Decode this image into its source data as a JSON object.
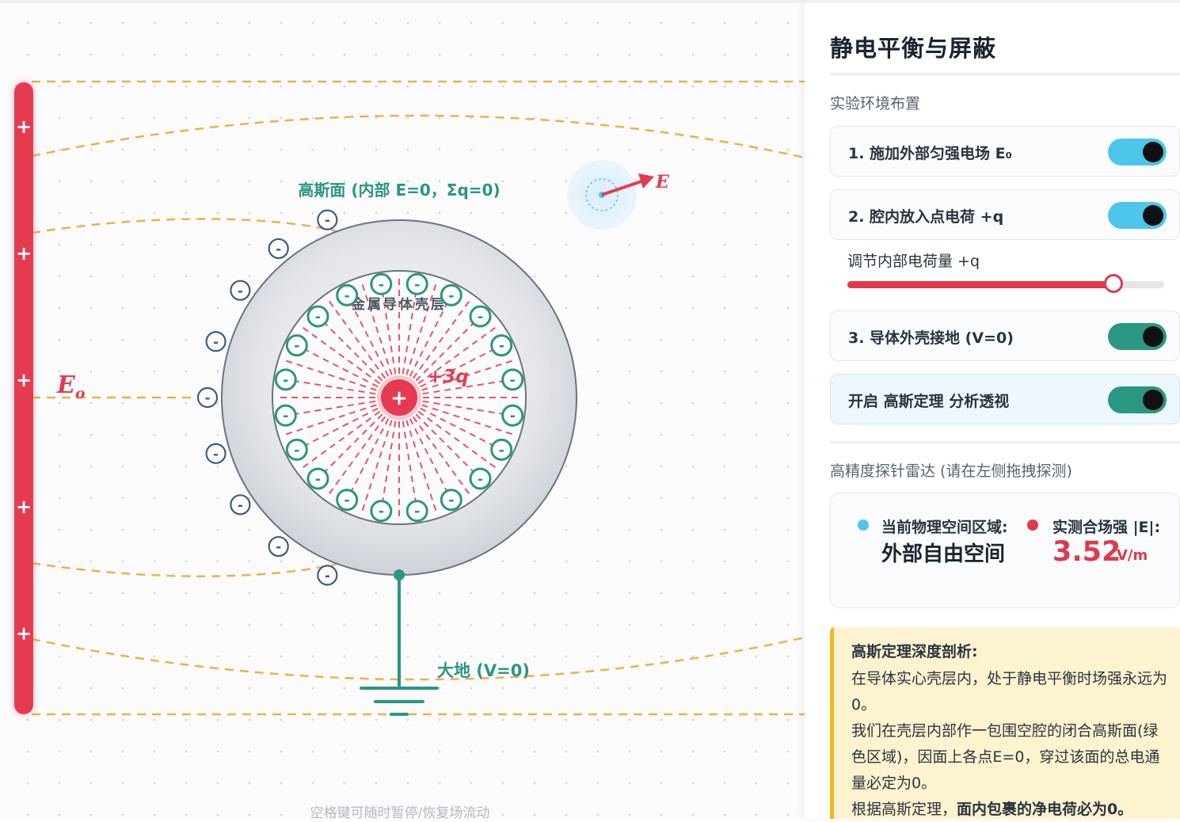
{
  "simulation": {
    "gauss_label": "高斯面 (内部 E=0，Σq=0)",
    "shell_label": "金属导体壳层",
    "charge_label": "+3q",
    "ground_label": "大地 (V=0)",
    "field_label_main": "E",
    "field_label_sub": "o",
    "probe_label": "E",
    "hint": "空格键可随时暂停/恢复场流动",
    "plate_sign": "+",
    "inner_charge_sign": "+",
    "induced_sign": "-"
  },
  "panel": {
    "title": "静电平衡与屏蔽",
    "section1": "实验环境布置",
    "toggles": [
      {
        "label": "1. 施加外部匀强电场 E₀",
        "on": true,
        "color": "#4ec6ec"
      },
      {
        "label": "2. 腔内放入点电荷 +q",
        "on": true,
        "color": "#4ec6ec"
      },
      {
        "label": "3. 导体外壳接地 (V=0)",
        "on": true,
        "color": "#2a9782"
      },
      {
        "label": "开启 高斯定理 分析透视",
        "on": true,
        "color": "#2a9782"
      }
    ],
    "slider": {
      "label": "调节内部电荷量 +q",
      "value": 0.84
    },
    "section2": "高精度探针雷达 (请在左侧拖拽探测)",
    "radar": {
      "region_label": "当前物理空间区域:",
      "region_value": "外部自由空间",
      "field_label": "实测合场强 |E|:",
      "field_value": "3.52",
      "field_unit": "V/m",
      "region_color": "#4ec6ec",
      "field_color": "#e0394d"
    },
    "analysis": {
      "heading": "高斯定理深度剖析:",
      "p1": "在导体实心壳层内，处于静电平衡时场强永远为0。",
      "p2": "我们在壳层内部作一包围空腔的闭合高斯面(绿色区域)，因面上各点E=0，穿过该面的总电通量必定为0。",
      "p3a": "根据高斯定理，",
      "p3b": "面内包裹的净电荷必为0。"
    }
  }
}
